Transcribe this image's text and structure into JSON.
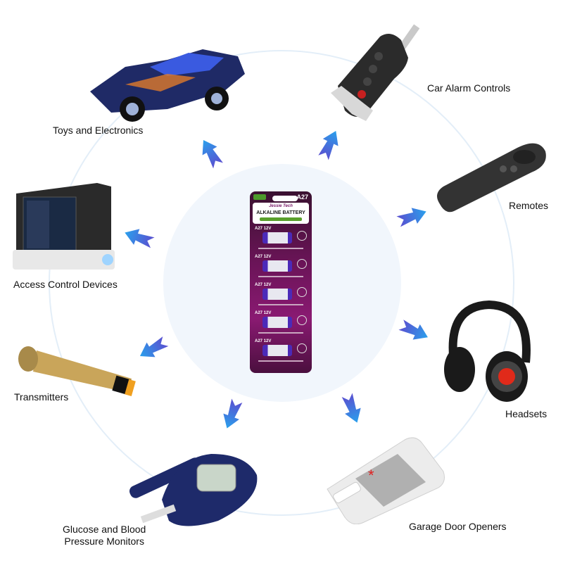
{
  "title": "A27 12V Alkaline Battery Applications",
  "product": {
    "brand": "Jessie Tech",
    "size_badge": "A27",
    "type": "ALKALINE BATTERY",
    "cell_label": "A27 12V",
    "cell_count": 5
  },
  "applications": [
    {
      "id": "toys",
      "label": "Toys and Electronics",
      "icon": "toy-car-icon"
    },
    {
      "id": "car-alarm",
      "label": "Car Alarm Controls",
      "icon": "car-key-fob-icon"
    },
    {
      "id": "remotes",
      "label": "Remotes",
      "icon": "presenter-remote-icon"
    },
    {
      "id": "headsets",
      "label": "Headsets",
      "icon": "headphones-icon"
    },
    {
      "id": "garage",
      "label": "Garage Door Openers",
      "icon": "garage-remote-icon"
    },
    {
      "id": "glucose",
      "label_line1": "Glucose and Blood",
      "label_line2": "Pressure Monitors",
      "icon": "glucose-meter-icon"
    },
    {
      "id": "transmitters",
      "label": "Transmitters",
      "icon": "microphone-icon"
    },
    {
      "id": "access",
      "label": "Access Control Devices",
      "icon": "intercom-panel-icon"
    }
  ],
  "colors": {
    "arrow_start": "#2a9ae8",
    "arrow_end": "#5a4fd0",
    "center_bg": "#f1f6fc",
    "ring": "#e3eef8",
    "card": "#7a1668"
  }
}
